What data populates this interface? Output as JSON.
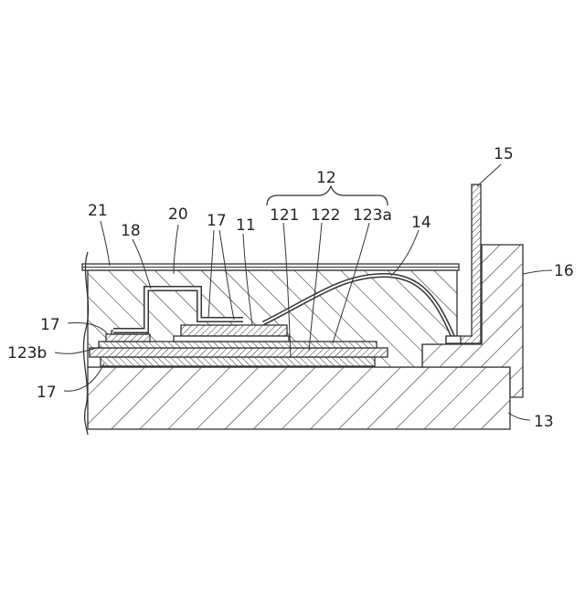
{
  "labels": {
    "l12": "12",
    "l121": "121",
    "l122": "122",
    "l123a": "123a",
    "l123b": "123b",
    "l11": "11",
    "l13": "13",
    "l14": "14",
    "l15": "15",
    "l16": "16",
    "l17a": "17",
    "l17b": "17",
    "l17c": "17",
    "l18": "18",
    "l20": "20",
    "l21": "21"
  },
  "colors": {
    "line": "#333333",
    "hatch": "#333333",
    "background": "#ffffff"
  }
}
